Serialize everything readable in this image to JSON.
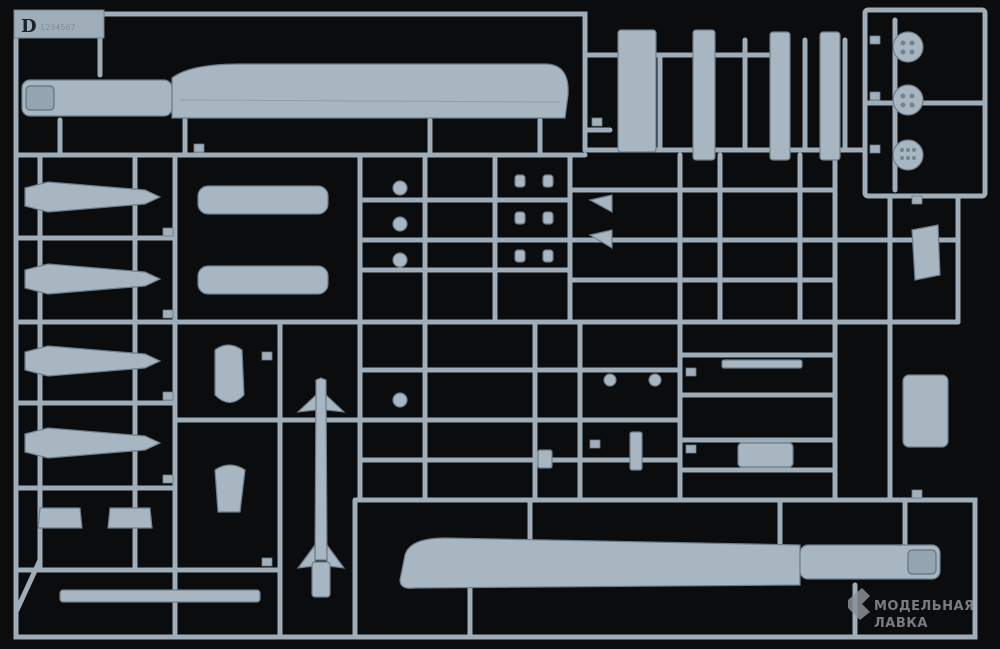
{
  "sprue": {
    "letter": "D",
    "frame_code": "1234567"
  },
  "watermark": {
    "line1": "МОДЕЛЬНАЯ",
    "line2": "ЛАВКА",
    "logo": "shop-logo-icon"
  },
  "colors": {
    "background": "#0b0c0e",
    "plastic": "#a7b6c1",
    "plastic_shadow": "#6d7d89",
    "watermark": "#8c9096"
  }
}
